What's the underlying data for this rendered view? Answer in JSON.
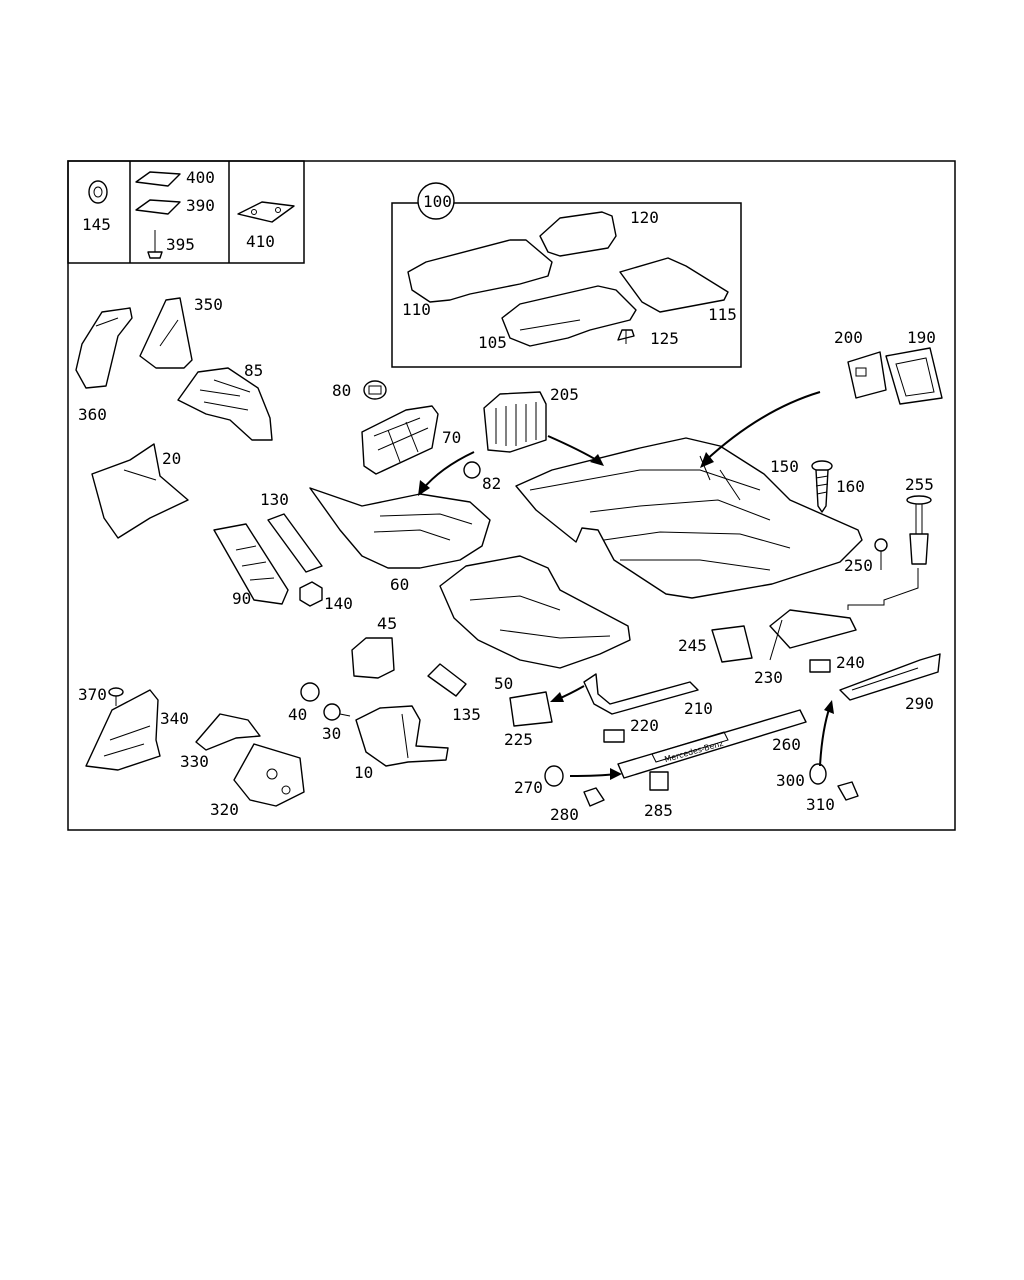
{
  "labels": {
    "p145": "145",
    "p400": "400",
    "p390": "390",
    "p395": "395",
    "p410": "410",
    "p100": "100",
    "p120": "120",
    "p110": "110",
    "p115": "115",
    "p105": "105",
    "p125": "125",
    "p350": "350",
    "p360": "360",
    "p85": "85",
    "p80": "80",
    "p70": "70",
    "p205": "205",
    "p82": "82",
    "p200": "200",
    "p190": "190",
    "p150": "150",
    "p160": "160",
    "p255": "255",
    "p250": "250",
    "p20": "20",
    "p130": "130",
    "p60": "60",
    "p90": "90",
    "p140": "140",
    "p45": "45",
    "p245": "245",
    "p230": "230",
    "p240": "240",
    "p290": "290",
    "p370": "370",
    "p340": "340",
    "p330": "330",
    "p320": "320",
    "p40": "40",
    "p30": "30",
    "p10": "10",
    "p135": "135",
    "p50": "50",
    "p225": "225",
    "p210": "210",
    "p220": "220",
    "p260": "260",
    "p270": "270",
    "p280": "280",
    "p285": "285",
    "p300": "300",
    "p310": "310"
  },
  "sill_text": "Mercedes-Benz",
  "colors": {
    "line": "#000000",
    "background": "#ffffff",
    "fill_shade": "#e8e8e8"
  }
}
